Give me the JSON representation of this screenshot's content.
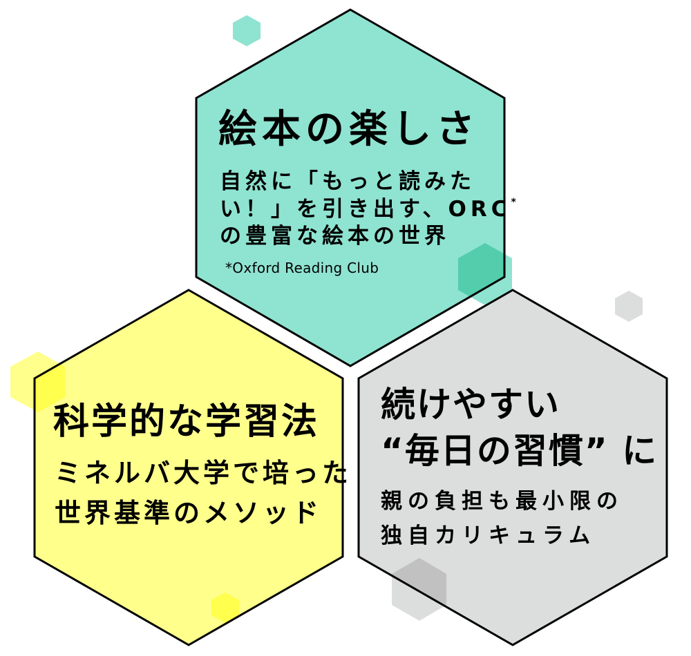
{
  "colors": {
    "teal": "#8fe3d1",
    "teal_overlap": "#54cdad",
    "yellow": "#ffff8c",
    "yellow_overlap": "#ffff4d",
    "gray": "#dcdddd",
    "gray_overlap": "#c0c1c0",
    "outline": "#000000",
    "background": "#ffffff"
  },
  "cards": {
    "teal": {
      "title": "絵本の楽しさ",
      "subtitle_lines": [
        "自然に「もっと読みた",
        "い！」を引き出す、ORC",
        "の豊富な絵本の世界"
      ],
      "subtitle_superscript": "*",
      "footnote": "*Oxford Reading Club"
    },
    "yellow": {
      "title": "科学的な学習法",
      "subtitle_lines": [
        "ミネルバ大学で培った",
        "世界基準のメソッド"
      ]
    },
    "gray": {
      "title_lines": [
        "続けやすい",
        "“毎日の習慣” に"
      ],
      "subtitle_lines": [
        "親の負担も最小限の",
        "独自カリキュラム"
      ]
    }
  },
  "decorations": [
    {
      "name": "teal-small-top",
      "color": "teal"
    },
    {
      "name": "teal-right-overlap",
      "color": "teal"
    },
    {
      "name": "yellow-left-overlap",
      "color": "yellow"
    },
    {
      "name": "yellow-bottom-small",
      "color": "yellow"
    },
    {
      "name": "gray-top-right-small",
      "color": "gray"
    },
    {
      "name": "gray-bottom-left-overlap",
      "color": "gray"
    }
  ]
}
